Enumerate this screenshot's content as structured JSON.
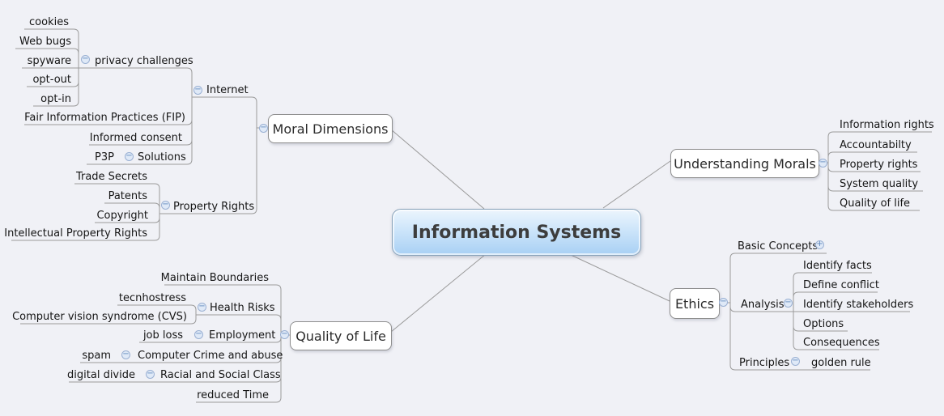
{
  "colors": {
    "background": "#f0f1f6",
    "connector": "#9b9b9b",
    "node_border": "#8e8e8e",
    "central_fill_top": "#ecf5fd",
    "central_fill_bottom": "#a8d0f4",
    "central_border": "#89a3ba",
    "toggle_fill": "#dfe9f7",
    "toggle_border": "#9ab0d3",
    "toggle_glyph": "#5f87bd"
  },
  "nodes": {
    "root": "Information Systems",
    "moral_dimensions": "Moral Dimensions",
    "understanding_morals": "Understanding Morals",
    "ethics": "Ethics",
    "quality_of_life": "Quality of Life",
    "internet": "Internet",
    "privacy_challenges": "privacy challenges",
    "cookies": "cookies",
    "web_bugs": "Web bugs",
    "spyware": "spyware",
    "opt_out": "opt-out",
    "opt_in": "opt-in",
    "fip": "Fair Information Practices (FIP)",
    "informed_consent": "Informed consent",
    "p3p": "P3P",
    "solutions": "Solutions",
    "property_rights": "Property Rights",
    "trade_secrets": "Trade Secrets",
    "patents": "Patents",
    "copyright": "Copyright",
    "ipr": "Intellectual Property Rights",
    "information_rights": "Information rights",
    "accountabilty": "Accountabilty",
    "property_rights_um": "Property rights",
    "system_quality": "System quality",
    "quality_of_life_um": "Quality of life",
    "basic_concepts": "Basic Concepts",
    "analysis": "Analysis",
    "identify_facts": "Identify facts",
    "define_conflict": "Define conflict",
    "identify_stakeholders": "Identify stakeholders",
    "options": "Options",
    "consequences": "Consequences",
    "principles": "Principles",
    "golden_rule": "golden rule",
    "maintain_boundaries": "Maintain Boundaries",
    "health_risks": "Health Risks",
    "tecnhostress": "tecnhostress",
    "cvs": "Computer vision syndrome (CVS)",
    "employment": "Employment",
    "job_loss": "job loss",
    "crime": "Computer Crime and abuse",
    "spam": "spam",
    "racial": "Racial and Social Class",
    "digital_divide": "digital divide",
    "reduced_time": "reduced Time"
  },
  "hierarchy": {
    "Information Systems": {
      "Moral Dimensions": {
        "Internet": {
          "privacy challenges": [
            "cookies",
            "Web bugs",
            "spyware",
            "opt-out",
            "opt-in"
          ],
          "Fair Information Practices (FIP)": [],
          "Informed consent": [],
          "Solutions": [
            "P3P"
          ]
        },
        "Property Rights": [
          "Trade Secrets",
          "Patents",
          "Copyright",
          "Intellectual Property Rights"
        ]
      },
      "Understanding Morals": [
        "Information rights",
        "Accountabilty",
        "Property rights",
        "System quality",
        "Quality of life"
      ],
      "Ethics": {
        "Basic Concepts": "collapsed",
        "Analysis": [
          "Identify facts",
          "Define conflict",
          "Identify stakeholders",
          "Options",
          "Consequences"
        ],
        "Principles": [
          "golden rule"
        ]
      },
      "Quality of Life": {
        "Maintain Boundaries": [],
        "Health Risks": [
          "tecnhostress",
          "Computer vision syndrome (CVS)"
        ],
        "Employment": [
          "job loss"
        ],
        "Computer Crime and abuse": [
          "spam"
        ],
        "Racial and Social Class": [
          "digital divide"
        ],
        "reduced Time": []
      }
    }
  }
}
